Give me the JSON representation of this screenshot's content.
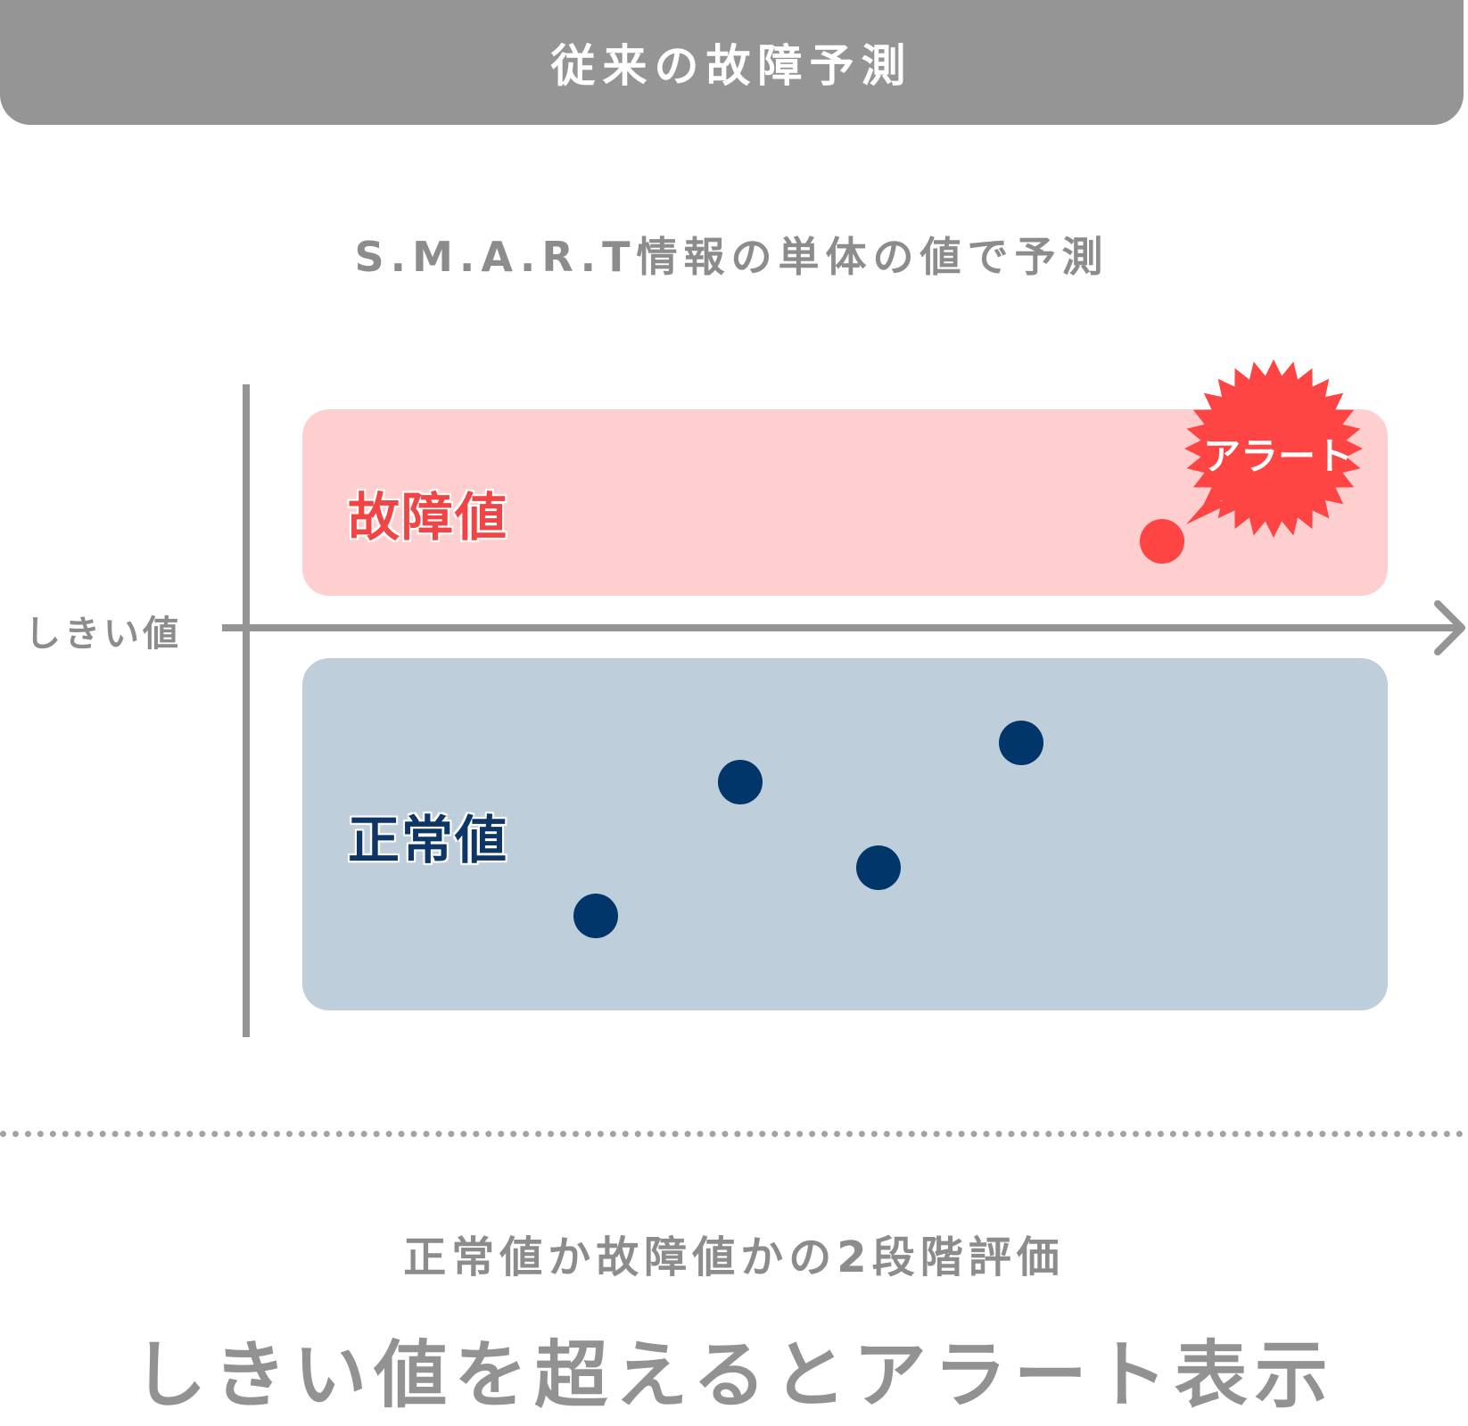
{
  "header": {
    "title": "従来の故障予測"
  },
  "subtitle": "S.M.A.R.T情報の単体の値で予測",
  "diagram": {
    "threshold_label": "しきい値",
    "fault_zone_label": "故障値",
    "normal_zone_label": "正常値",
    "alert_label": "アラート",
    "colors": {
      "fault_zone": "#ffcfcf",
      "normal_zone": "#bfcedb",
      "alert": "#ff4444",
      "normal_point": "#003669",
      "axis": "#959595"
    }
  },
  "footer": {
    "evaluation": "正常値か故障値かの2段階評価",
    "conclusion": "しきい値を超えるとアラート表示"
  }
}
